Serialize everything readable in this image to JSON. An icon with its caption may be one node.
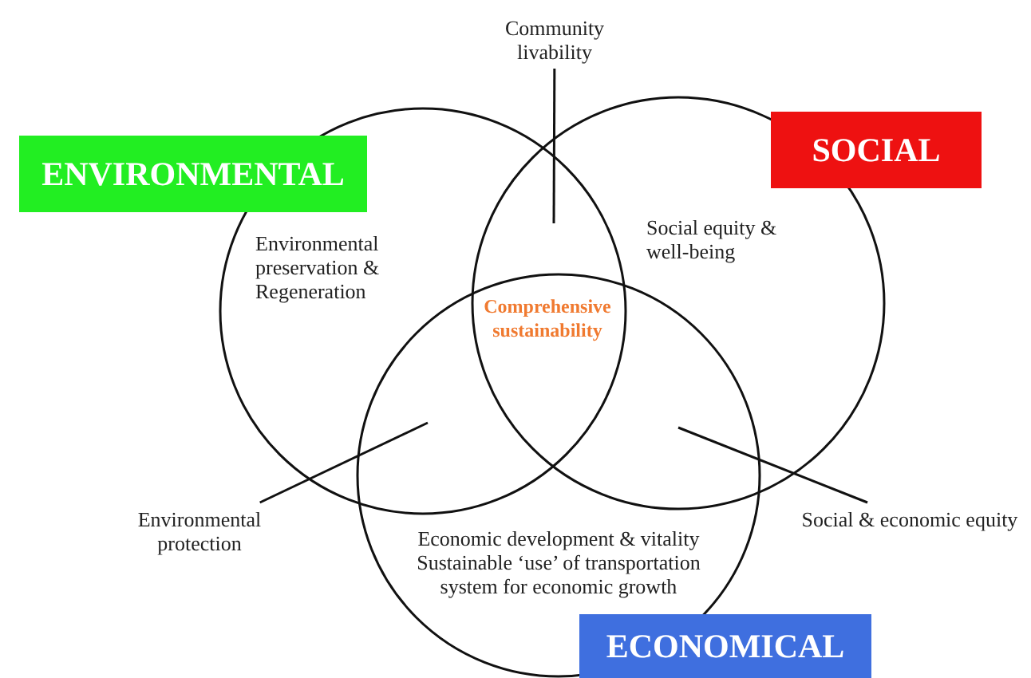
{
  "diagram": {
    "nodes": [
      {
        "text": [
          "Environmental preservation & Regeneration"
        ]
      },
      {
        "text": [
          "Social equity & well-being"
        ]
      },
      {
        "text": [
          "Economic development & vitality",
          "Sustainable ‘use’ of transportation system for economic growth"
        ]
      },
      {
        "text": [
          "ENVIRONMENTAL"
        ]
      },
      {
        "text": [
          "SOCIAL"
        ]
      },
      {
        "text": [
          "ECONOMICAL"
        ]
      },
      {
        "text": [
          "Community livability"
        ]
      },
      {
        "text": [
          "Environmental protection"
        ]
      },
      {
        "text": [
          "Social & economic equity"
        ]
      }
    ],
    "edges": [
      {
        "from": 6,
        "to": 0,
        "arrow": "none"
      },
      {
        "from": 7,
        "to": 2,
        "arrow": "none"
      },
      {
        "from": 8,
        "to": 2,
        "arrow": "none"
      }
    ],
    "labels": [
      "Comprehensive sustainability"
    ]
  }
}
